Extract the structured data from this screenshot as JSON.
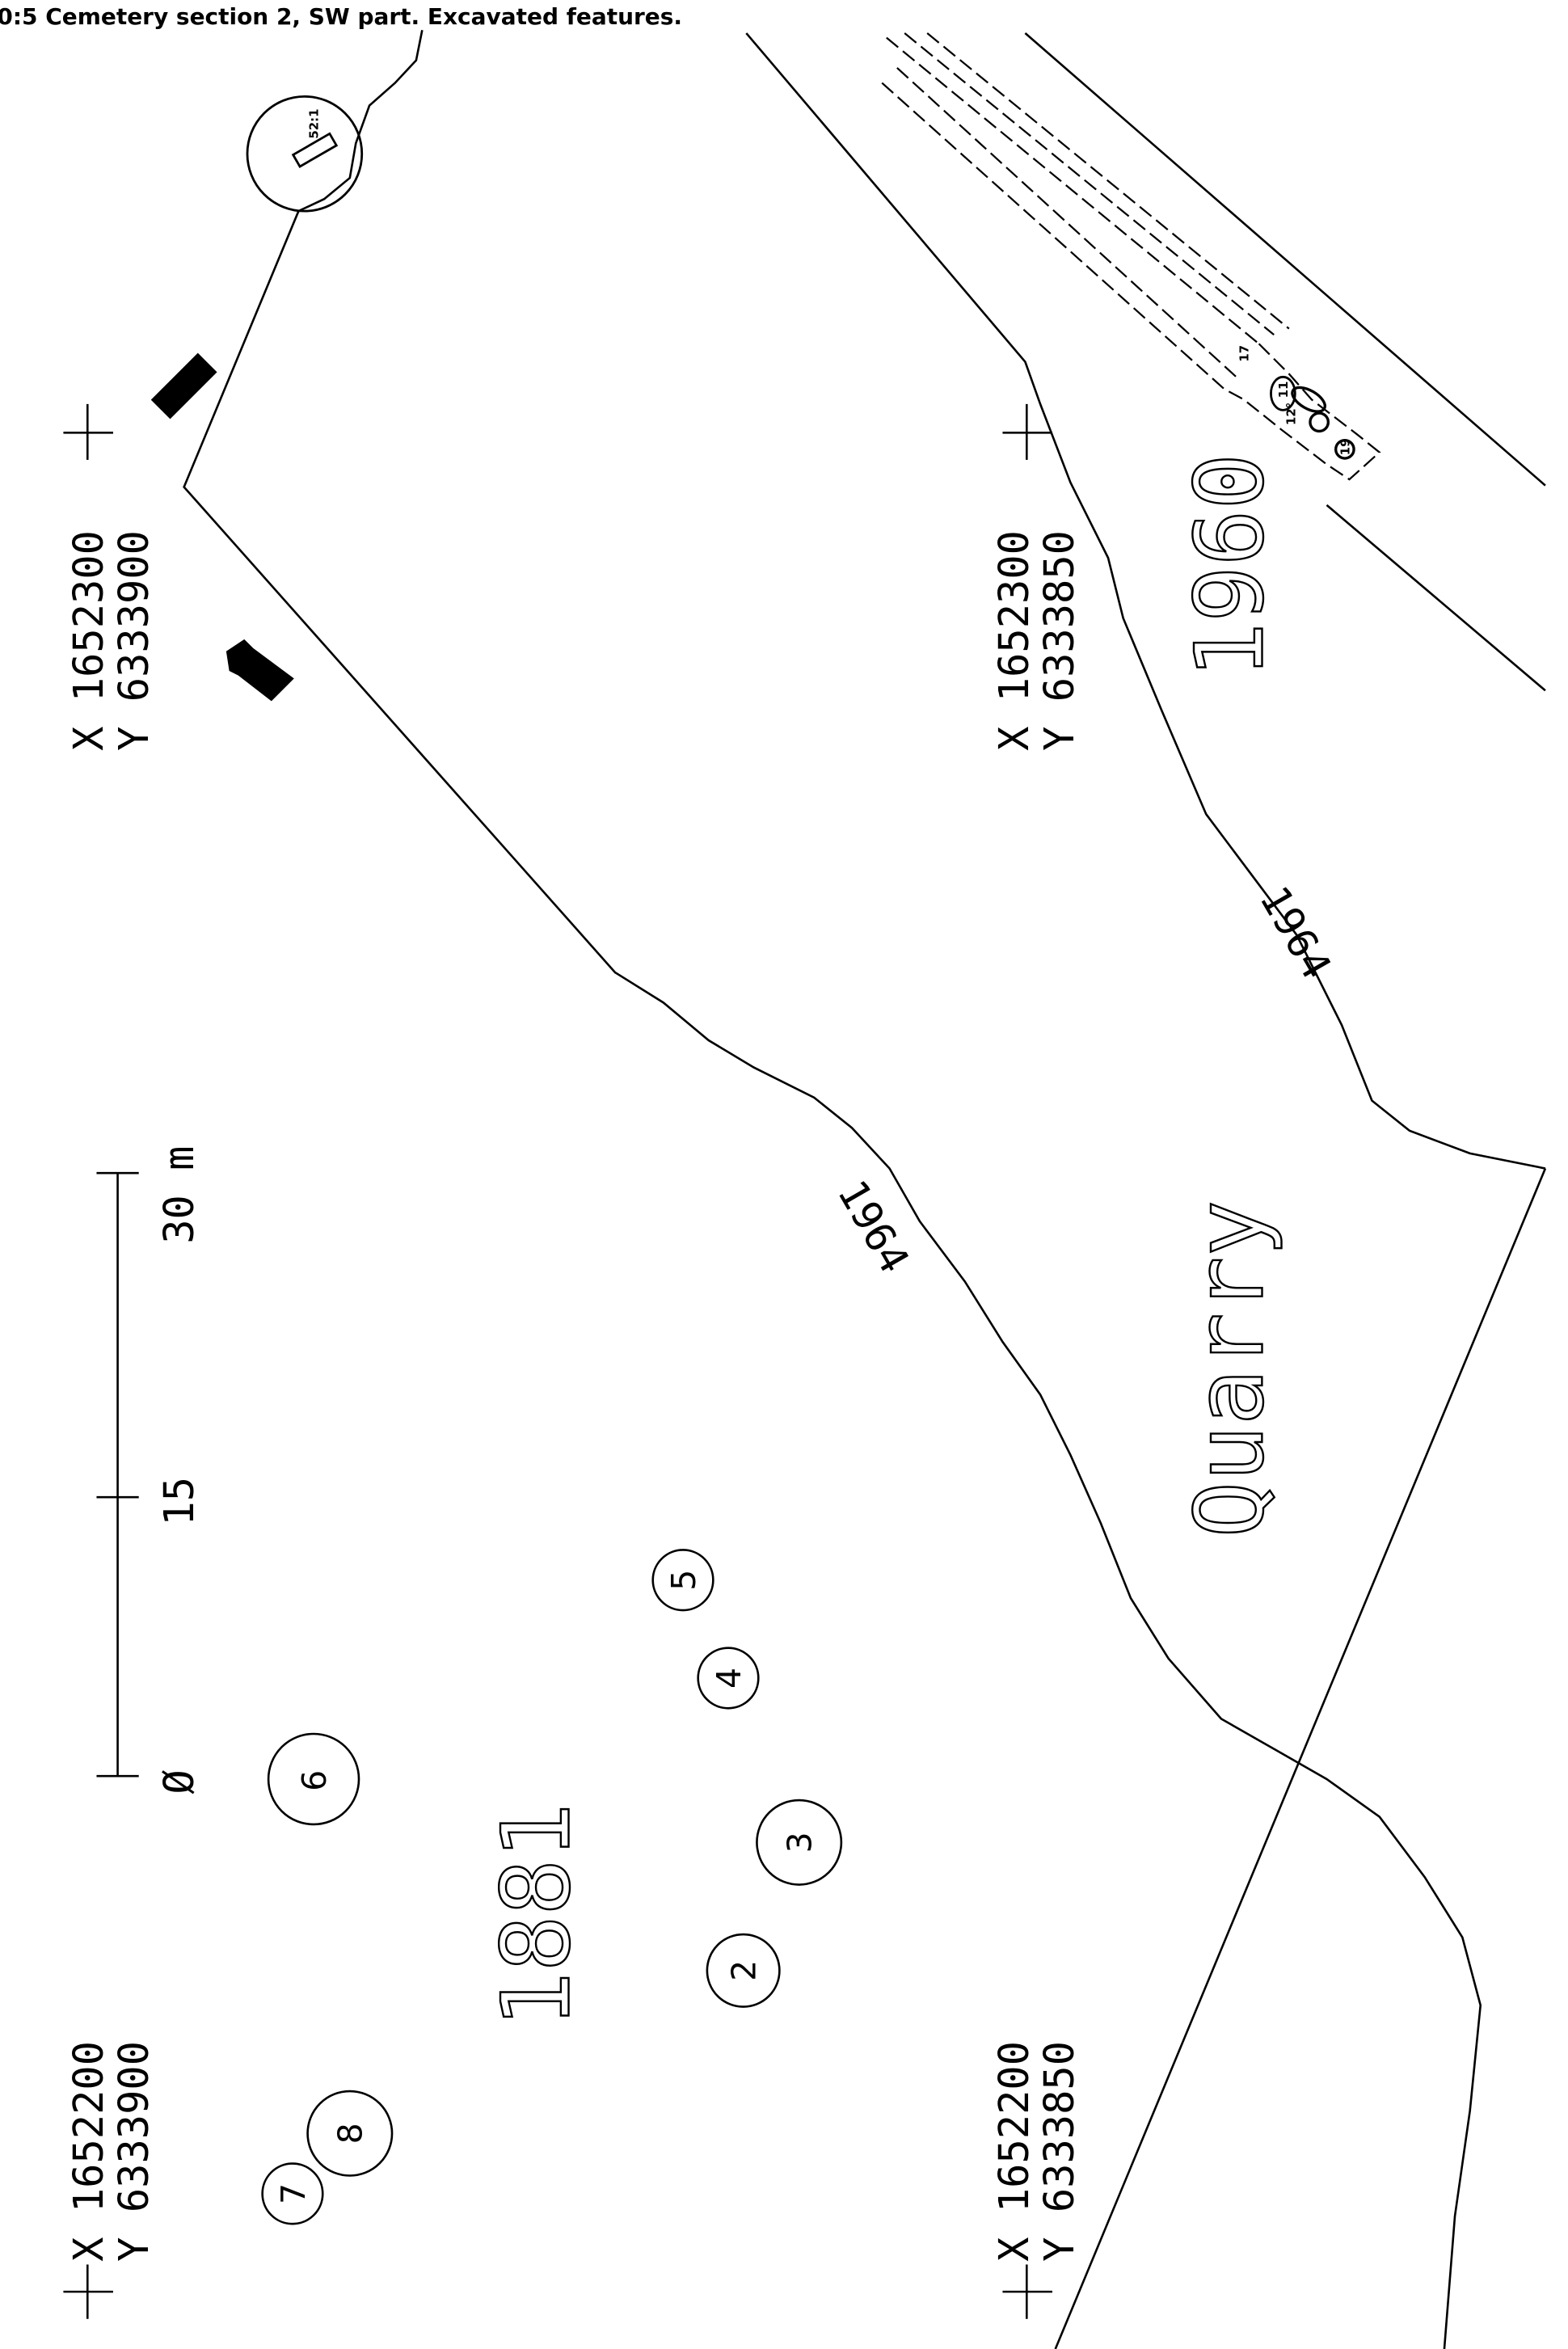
{
  "title": "0:5 Cemetery section 2, SW part. Excavated features.",
  "scale_bar": {
    "labels": [
      "Ø",
      "15",
      "30 m"
    ]
  },
  "coordinates": [
    {
      "x": "X 1652300",
      "y": "Y 6333900"
    },
    {
      "x": "X 1652300",
      "y": "Y 6333850"
    },
    {
      "x": "X 1652200",
      "y": "Y 6333900"
    },
    {
      "x": "X 1652200",
      "y": "Y 6333850"
    }
  ],
  "year_labels": {
    "y1881": "1881",
    "y1960": "1960",
    "y1964a": "1964",
    "y1964b": "1964"
  },
  "area_label": "Quarry",
  "features": {
    "f2": "2",
    "f3": "3",
    "f4": "4",
    "f5": "5",
    "f6": "6",
    "f7": "7",
    "f8": "8",
    "f52": "52:1",
    "f17": "17",
    "f11": "11",
    "f12": "12°",
    "f19": "19"
  }
}
